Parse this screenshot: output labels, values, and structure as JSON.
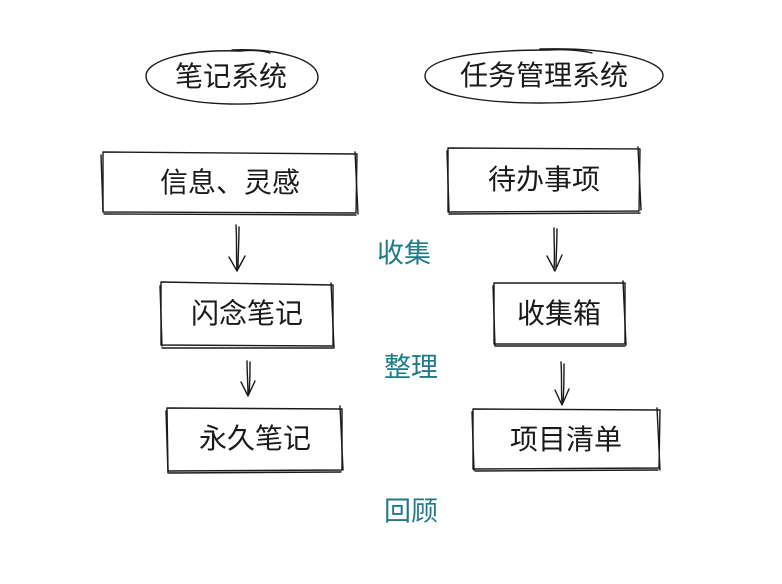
{
  "colors": {
    "ink": "#1a1a1a",
    "stage_text": "#1f7a87",
    "background": "#ffffff"
  },
  "note_system": {
    "title": "笔记系统",
    "steps": [
      "信息、灵感",
      "闪念笔记",
      "永久笔记"
    ]
  },
  "task_system": {
    "title": "任务管理系统",
    "steps": [
      "待办事项",
      "收集箱",
      "项目清单"
    ]
  },
  "stages": [
    "收集",
    "整理",
    "回顾"
  ]
}
